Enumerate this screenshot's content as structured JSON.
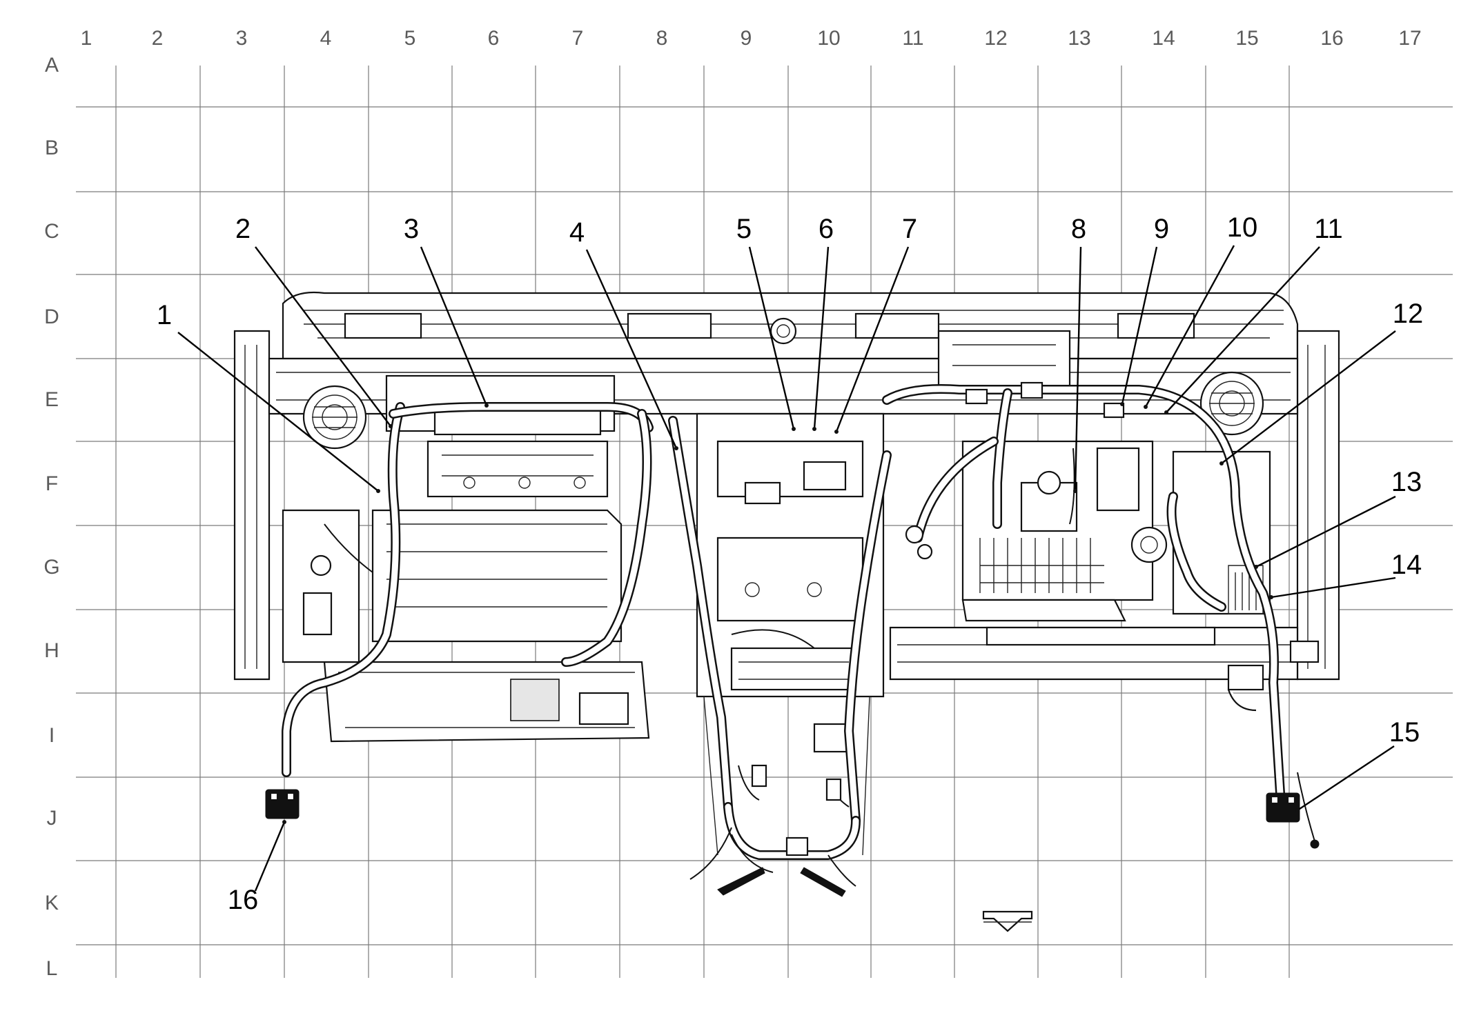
{
  "grid": {
    "columns": [
      "1",
      "2",
      "3",
      "4",
      "5",
      "6",
      "7",
      "8",
      "9",
      "10",
      "11",
      "12",
      "13",
      "14",
      "15",
      "16",
      "17"
    ],
    "rows": [
      "A",
      "B",
      "C",
      "D",
      "E",
      "F",
      "G",
      "H",
      "I",
      "J",
      "K",
      "L"
    ]
  },
  "callouts": [
    {
      "number": "1"
    },
    {
      "number": "2"
    },
    {
      "number": "3"
    },
    {
      "number": "4"
    },
    {
      "number": "5"
    },
    {
      "number": "6"
    },
    {
      "number": "7"
    },
    {
      "number": "8"
    },
    {
      "number": "9"
    },
    {
      "number": "10"
    },
    {
      "number": "11"
    },
    {
      "number": "12"
    },
    {
      "number": "13"
    },
    {
      "number": "14"
    },
    {
      "number": "15"
    },
    {
      "number": "16"
    }
  ],
  "icons": {
    "front_arrow": "direction-arrow-icon"
  },
  "colors": {
    "line": "#111111",
    "grid": "#7a7a7a",
    "label": "#5a5a5a"
  }
}
